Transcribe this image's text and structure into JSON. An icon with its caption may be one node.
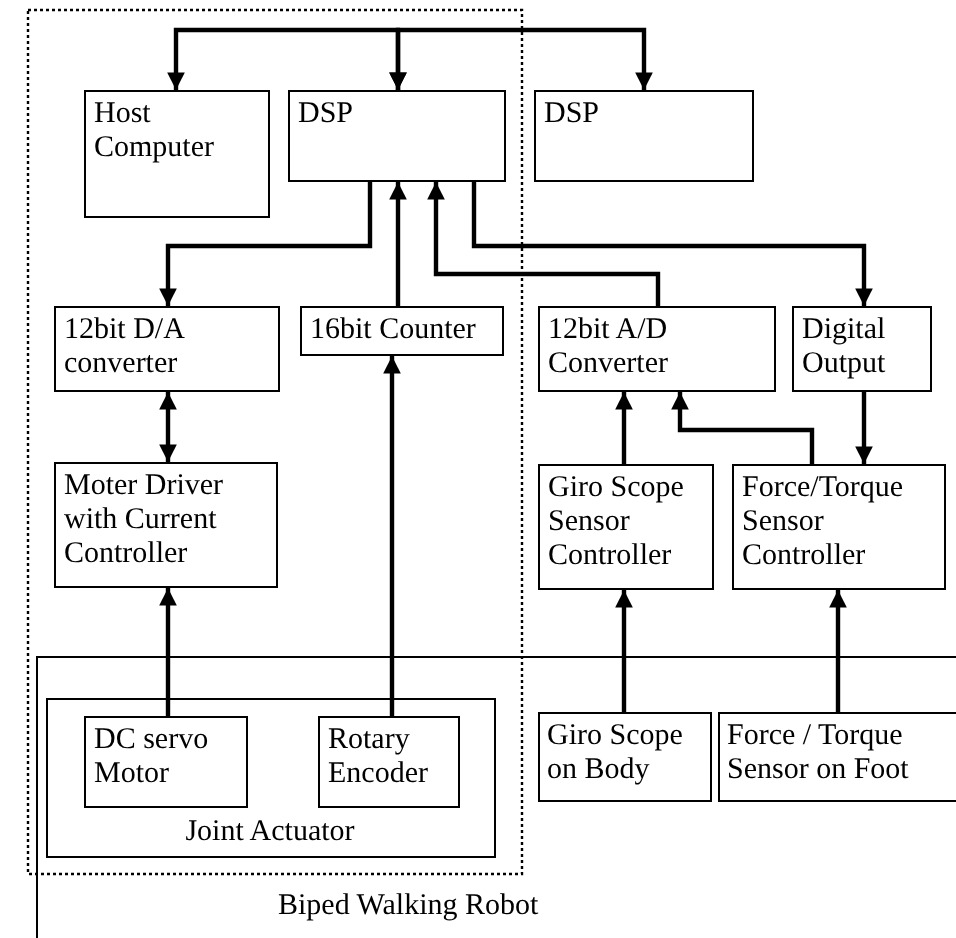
{
  "diagram": {
    "nodes": [
      {
        "text": [
          "Host Computer"
        ]
      },
      {
        "text": [
          "DSP"
        ]
      },
      {
        "text": [
          "DSP"
        ]
      },
      {
        "text": [
          "12bit D/A converter"
        ]
      },
      {
        "text": [
          "16bit Counter"
        ]
      },
      {
        "text": [
          "12bit A/D Converter"
        ]
      },
      {
        "text": [
          "Digital Output"
        ]
      },
      {
        "text": [
          "Moter Driver with Current Controller"
        ]
      },
      {
        "text": [
          "Giro Scope Sensor Controller"
        ]
      },
      {
        "text": [
          "Force/Torque Sensor Controller"
        ]
      },
      {
        "text": [
          "Biped Walking Robot"
        ]
      },
      {
        "text": [
          "Joint Actuator"
        ],
        "in": 10
      },
      {
        "text": [
          "DC servo Motor"
        ],
        "in": 11
      },
      {
        "text": [
          "Rotary Encoder"
        ],
        "in": 11
      },
      {
        "text": [
          "Giro Scope on Body"
        ],
        "in": 10
      },
      {
        "text": [
          "Force / Torque Sensor on Foot"
        ],
        "in": 10
      }
    ],
    "edges": [
      {
        "from": 0,
        "to": 1,
        "arrow": "both"
      },
      {
        "from": 1,
        "to": 2,
        "arrow": "both"
      },
      {
        "from": 1,
        "to": 3,
        "arrow": "to"
      },
      {
        "from": 4,
        "to": 1,
        "arrow": "to"
      },
      {
        "from": 5,
        "to": 1,
        "arrow": "to"
      },
      {
        "from": 1,
        "to": 6,
        "arrow": "to"
      },
      {
        "from": 3,
        "to": 7,
        "arrow": "both"
      },
      {
        "from": 12,
        "to": 7,
        "arrow": "to"
      },
      {
        "from": 13,
        "to": 4,
        "arrow": "to"
      },
      {
        "from": 8,
        "to": 5,
        "arrow": "to"
      },
      {
        "from": 9,
        "to": 5,
        "arrow": "to"
      },
      {
        "from": 6,
        "to": 9,
        "arrow": "to"
      },
      {
        "from": 14,
        "to": 8,
        "arrow": "to"
      },
      {
        "from": 15,
        "to": 9,
        "arrow": "to"
      }
    ]
  }
}
